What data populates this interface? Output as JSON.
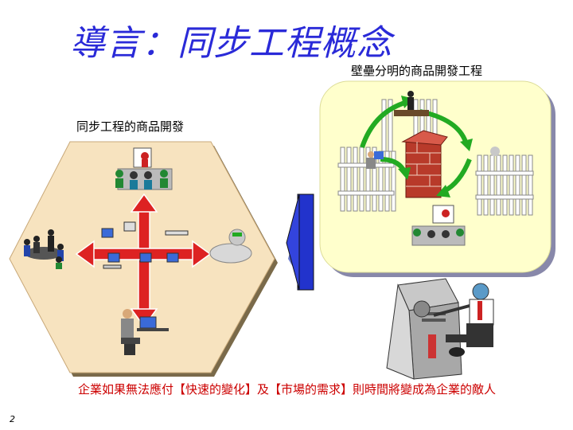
{
  "slide": {
    "title": "導言：同步工程概念",
    "subtitle_right": "壁壘分明的商品開發工程",
    "left_caption": "同步工程的商品開發",
    "bottom_text": "企業如果無法應付【快速的變化】及【市場的需求】則時間將變成為企業的敵人",
    "page_number": "2"
  },
  "colors": {
    "title": "#2a2ad8",
    "accent_red": "#cc0000",
    "hexagon_fill": "#f7e3bf",
    "panel_fill": "#ffffcc",
    "arrow_blue": "#2233cc",
    "green_arrow": "#22aa22",
    "brick": "#b83a2a"
  },
  "icons": [
    "hexagon-shape",
    "red-cross-arrows",
    "brick-wall",
    "picket-fence",
    "green-curved-arrows",
    "blue-left-arrow",
    "computer-tower",
    "businessman"
  ]
}
